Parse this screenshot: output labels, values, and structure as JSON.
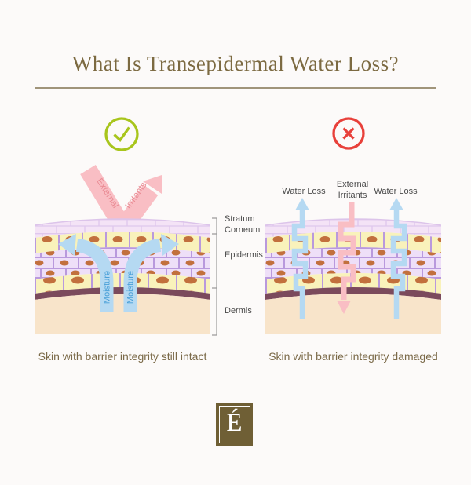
{
  "title": "What Is Transepidermal Water Loss?",
  "left_panel": {
    "status": "good",
    "irritant_arrow": {
      "line1": "External",
      "line2": "Irritants"
    },
    "moisture_label_1": "Moisture",
    "moisture_label_2": "Moisture",
    "caption": "Skin with barrier integrity still intact"
  },
  "skin_layers": {
    "stratum_corneum": "Stratum Corneum",
    "epidermis": "Epidermis",
    "dermis": "Dermis"
  },
  "right_panel": {
    "status": "bad",
    "water_loss_left": "Water Loss",
    "external_irritants": "External Irritants",
    "water_loss_right": "Water Loss",
    "caption": "Skin with barrier integrity damaged"
  },
  "logo": {
    "letter": "É"
  },
  "colors": {
    "background": "#fcfaf9",
    "title_text": "#7c6a41",
    "divider": "#a0947a",
    "check_green": "#a8c51c",
    "cross_red": "#e8403a",
    "irritant_pink": "#f9bec4",
    "irritant_text": "#e98a93",
    "moisture_blue": "#b5d9f2",
    "moisture_text": "#4aa0d8",
    "label_gray": "#4a4a4a",
    "caption_olive": "#7b6a49",
    "stratum_fill": "#f4e3f6",
    "stratum_line": "#dfc7ed",
    "cell_yellow": "#f9f2bb",
    "cell_lavender": "#eedff8",
    "mortar_purple": "#b999dd",
    "nucleus_brown": "#c2703d",
    "membrane_plum": "#7b4a5c",
    "dermis_peach": "#f8e4ca",
    "logo_olive": "#6f5f35"
  }
}
